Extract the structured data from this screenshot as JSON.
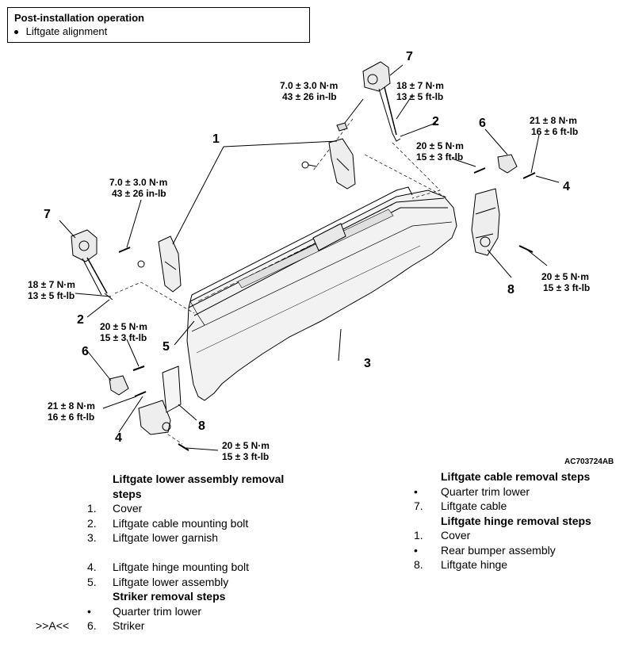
{
  "post_install": {
    "title": "Post-installation operation",
    "items": [
      "Liftgate alignment"
    ]
  },
  "diagram": {
    "code": "AC703724AB",
    "callouts": {
      "c1": "1",
      "c2a": "2",
      "c2b": "2",
      "c3": "3",
      "c4a": "4",
      "c4b": "4",
      "c5": "5",
      "c6a": "6",
      "c6b": "6",
      "c7a": "7",
      "c7b": "7",
      "c8a": "8",
      "c8b": "8"
    },
    "torques": {
      "t_top_small": [
        "7.0 ± 3.0 N·m",
        "43 ± 26 in-lb"
      ],
      "t_top_cable": [
        "18 ± 7 N·m",
        "13 ± 5 ft-lb"
      ],
      "t_right_top": [
        "21 ± 8 N·m",
        "16 ± 6 ft-lb"
      ],
      "t_right_mid": [
        "20 ± 5 N·m",
        "15 ± 3 ft-lb"
      ],
      "t_right_low": [
        "20 ± 5 N·m",
        "15 ± 3 ft-lb"
      ],
      "t_left_small": [
        "7.0 ± 3.0 N·m",
        "43 ± 26 in-lb"
      ],
      "t_left_cable": [
        "18 ± 7 N·m",
        "13 ± 5 ft-lb"
      ],
      "t_left_mid": [
        "20 ± 5 N·m",
        "15 ± 3 ft-lb"
      ],
      "t_left_low": [
        "21 ± 8 N·m",
        "16 ± 6 ft-lb"
      ],
      "t_bottom": [
        "20 ± 5 N·m",
        "15 ± 3 ft-lb"
      ]
    }
  },
  "left_steps": [
    {
      "marker": "",
      "text": "Liftgate lower assembly removal",
      "heading": true
    },
    {
      "marker": "",
      "text": "steps",
      "heading": true
    },
    {
      "marker": "1.",
      "text": "Cover",
      "heading": false
    },
    {
      "marker": "2.",
      "text": "Liftgate cable mounting bolt",
      "heading": false
    },
    {
      "marker": "3.",
      "text": "Liftgate lower garnish",
      "heading": false
    },
    {
      "marker": "",
      "text": "",
      "heading": false
    },
    {
      "marker": "4.",
      "text": "Liftgate hinge mounting bolt",
      "heading": false
    },
    {
      "marker": "5.",
      "text": "Liftgate lower assembly",
      "heading": false
    },
    {
      "marker": "",
      "text": "Striker removal steps",
      "heading": true
    },
    {
      "marker": "•",
      "text": "Quarter trim lower",
      "heading": false
    },
    {
      "marker": "6.",
      "text": "Striker",
      "heading": false,
      "prefix": ">>A<<"
    }
  ],
  "right_steps": [
    {
      "marker": "",
      "text": "Liftgate cable removal steps",
      "heading": true
    },
    {
      "marker": "•",
      "text": "Quarter trim lower",
      "heading": false
    },
    {
      "marker": "7.",
      "text": "Liftgate cable",
      "heading": false
    },
    {
      "marker": "",
      "text": "Liftgate hinge removal steps",
      "heading": true
    },
    {
      "marker": "1.",
      "text": "Cover",
      "heading": false
    },
    {
      "marker": "•",
      "text": "Rear bumper assembly",
      "heading": false
    },
    {
      "marker": "8.",
      "text": "Liftgate hinge",
      "heading": false
    }
  ]
}
